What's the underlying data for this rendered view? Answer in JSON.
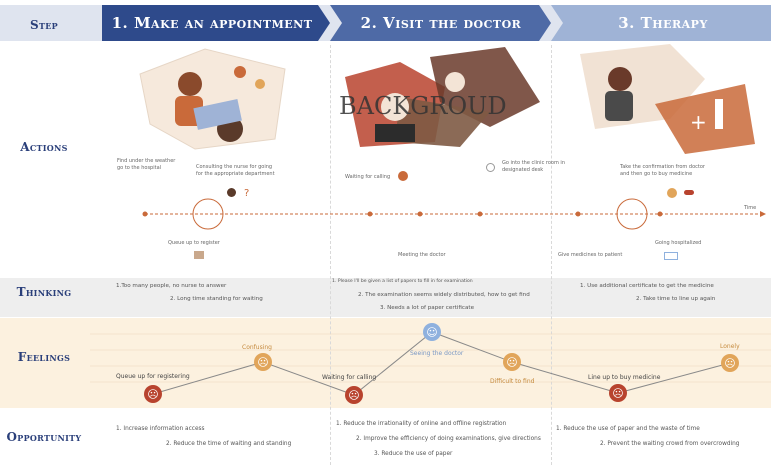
{
  "header": {
    "step_label": "Step",
    "stages": [
      "1. Make an appointment",
      "2. Visit the doctor",
      "3. Therapy"
    ]
  },
  "rows": {
    "actions": "Actions",
    "thinking": "Thinking",
    "feelings": "Feelings",
    "opportunity": "Opportunity"
  },
  "watermark": "BACKGROUD",
  "actions": {
    "stage1_a": "Find under the weather\ngo to the hospital",
    "stage1_b": "Consulting the nurse for going\nfor the appropriate department",
    "stage1_c": "Queue up to register",
    "stage2_a": "Waiting for calling",
    "stage2_b": "Go into the clinic room in\ndesignated desk",
    "stage2_c": "Meeting the doctor",
    "stage3_a": "Take the confirmation from doctor\nand then go to buy medicine",
    "stage3_b": "Give medicines to patient",
    "stage3_c": "Going hospitalized",
    "axis_end": "Time"
  },
  "thinking": {
    "s1_1": "1.Too many people, no nurse to answer",
    "s1_2": "2. Long time standing for waiting",
    "s2_0": "1. Please I'll be given a list of papers to fill in for examination",
    "s2_1": "2. The examination seems widely distributed, how to get find",
    "s2_2": "3. Needs a lot of paper certificate",
    "s3_1": "1. Use additional certificate to get the medicine",
    "s3_2": "2. Take time to line up again"
  },
  "feelings": {
    "f1": "Queue up for registering",
    "f2": "Confusing",
    "f3": "Waiting for calling",
    "f4": "Seeing the doctor",
    "f5": "Difficult to find",
    "f6": "Line up to buy medicine",
    "f7": "Lonely"
  },
  "opportunity": {
    "s1_1": "1. Increase information access",
    "s1_2": "2. Reduce the time of waiting and standing",
    "s2_1": "1. Reduce the irrationality of online and offline registration",
    "s2_2": "2. Improve the efficiency of doing examinations, give directions",
    "s2_3": "3. Reduce the use of paper",
    "s3_1": "1. Reduce the use of paper and the waste of time",
    "s3_2": "2. Prevent the waiting crowd from overcrowding"
  },
  "colors": {
    "header_bg": "#dfe4ef",
    "stage1": "#2e4a8b",
    "stage2": "#4e6aa6",
    "stage3": "#9fb3d6",
    "thinking_band": "#eeeeee",
    "feelings_band": "#fcf1df",
    "label": "#2a3f7a",
    "accent": "#c96a3a"
  }
}
